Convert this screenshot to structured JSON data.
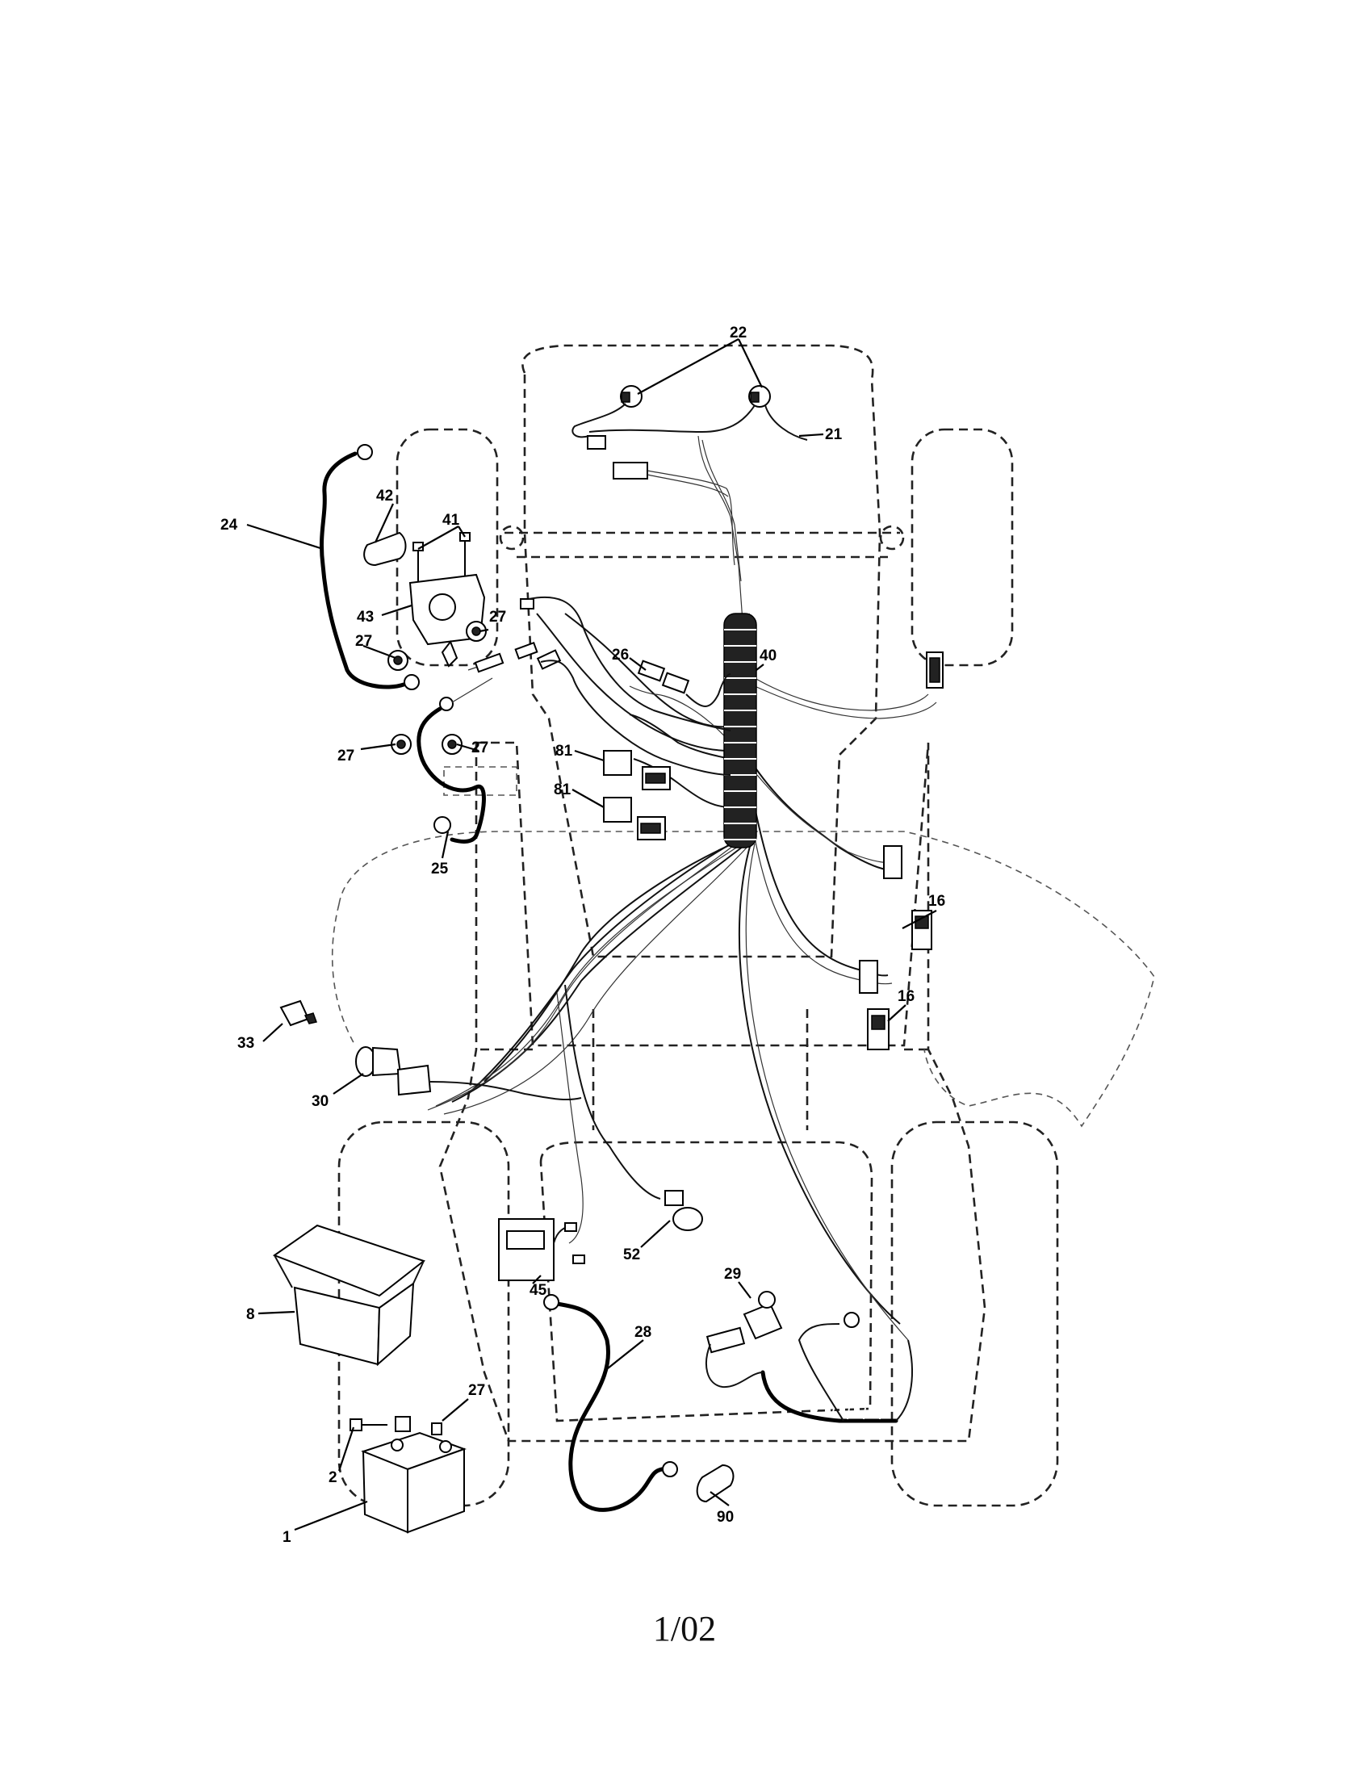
{
  "diagram": {
    "callouts": {
      "c22": "22",
      "c21": "21",
      "c24": "24",
      "c42": "42",
      "c41": "41",
      "c43": "43",
      "c27a": "27",
      "c27b": "27",
      "c27c": "27",
      "c27d": "27",
      "c27e": "27",
      "c26": "26",
      "c40": "40",
      "c81a": "81",
      "c81b": "81",
      "c25": "25",
      "c16a": "16",
      "c16b": "16",
      "c33": "33",
      "c30": "30",
      "c8": "8",
      "c45": "45",
      "c52": "52",
      "c29": "29",
      "c28": "28",
      "c2": "2",
      "c1": "1",
      "c90": "90"
    }
  },
  "footer": {
    "page_number": "1/02"
  }
}
